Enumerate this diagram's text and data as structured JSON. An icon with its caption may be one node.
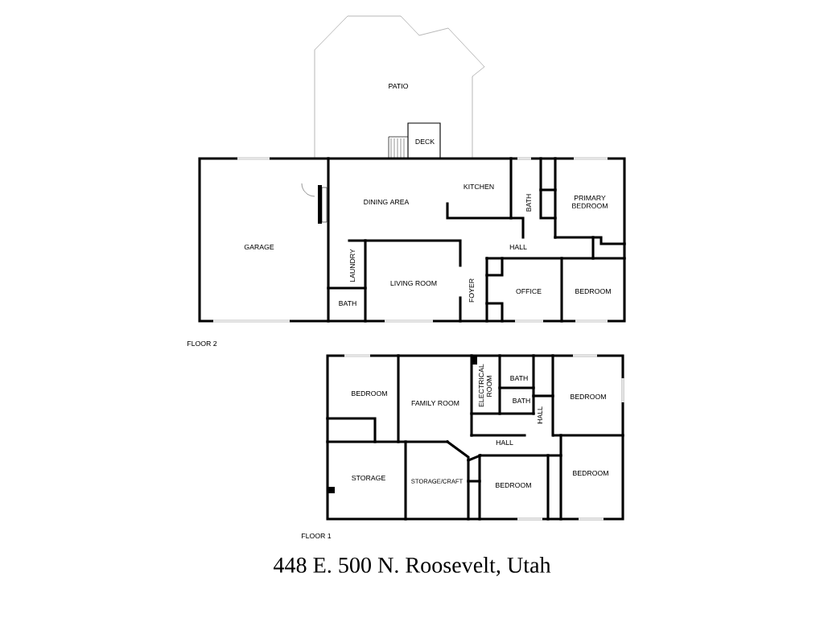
{
  "diagram": {
    "title": "448 E. 500 N. Roosevelt, Utah",
    "labels": [
      "PATIO",
      "DECK",
      "DINING AREA",
      "KITCHEN",
      "BATH",
      "PRIMARY BEDROOM",
      "GARAGE",
      "HALL",
      "LAUNDRY",
      "LIVING ROOM",
      "FOYER",
      "OFFICE",
      "BEDROOM",
      "BATH",
      "FLOOR 2",
      "BEDROOM",
      "FAMILY ROOM",
      "ELECTRICAL ROOM",
      "BATH",
      "BEDROOM",
      "BATH",
      "HALL",
      "HALL",
      "STORAGE",
      "STORAGE/CRAFT",
      "BEDROOM",
      "BEDROOM",
      "FLOOR 1"
    ]
  }
}
